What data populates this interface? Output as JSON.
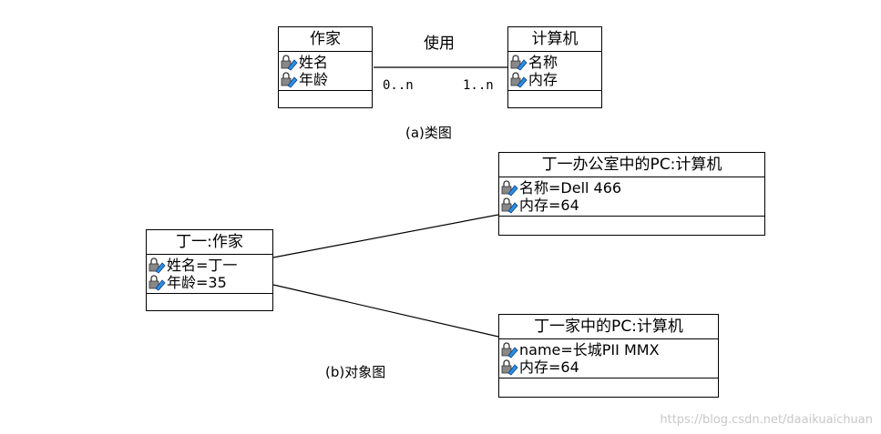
{
  "class_diagram": {
    "writer": {
      "name": "作家",
      "attributes": [
        "姓名",
        "年龄"
      ]
    },
    "computer": {
      "name": "计算机",
      "attributes": [
        "名称",
        "内存"
      ]
    },
    "association": {
      "label": "使用",
      "mult_left": "0..n",
      "mult_right": "1..n"
    },
    "caption": "(a)类图"
  },
  "object_diagram": {
    "writer_obj": {
      "name": "丁一:作家",
      "attributes": [
        "姓名=丁一",
        "年龄=35"
      ]
    },
    "office_pc": {
      "name": "丁一办公室中的PC:计算机",
      "attributes": [
        "名称=Dell 466",
        "内存=64"
      ]
    },
    "home_pc": {
      "name": "丁一家中的PC:计算机",
      "attributes": [
        "name=长城PII MMX",
        "内存=64"
      ]
    },
    "caption": "(b)对象图"
  },
  "watermark": "https://blog.csdn.net/daaikuaichuan"
}
